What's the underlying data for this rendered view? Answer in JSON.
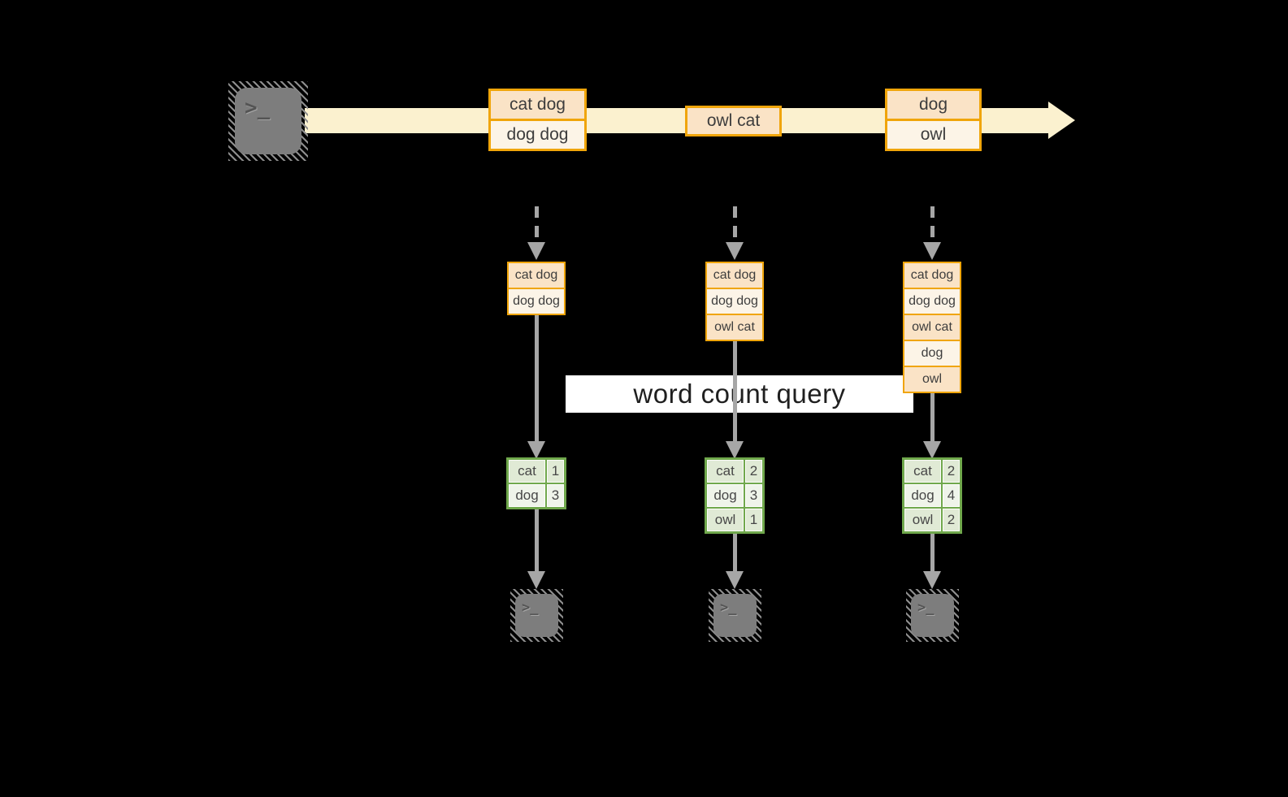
{
  "background_color": "#000000",
  "colors": {
    "stream_band": "#FBF1CF",
    "event_border": "#F0A50A",
    "event_fill_dark": "#FAE3C6",
    "event_fill_light": "#FCF4E7",
    "table_border": "#70A84C",
    "table_fill_dark": "#E0EAD5",
    "table_fill_light": "#EFF4EA",
    "arrow_gray": "#A6A6A6",
    "terminal_gray": "#7D7D7D",
    "query_box": "#FFFFFF"
  },
  "terminal": {
    "prompt": ">_"
  },
  "stream": {
    "events": [
      {
        "lines": [
          "cat dog",
          "dog dog"
        ]
      },
      {
        "lines": [
          "owl cat"
        ]
      },
      {
        "lines": [
          "dog",
          "owl"
        ]
      }
    ]
  },
  "query": {
    "label": "word count query"
  },
  "columns": [
    {
      "buffer": [
        "cat dog",
        "dog dog"
      ],
      "counts": [
        {
          "word": "cat",
          "count": "1"
        },
        {
          "word": "dog",
          "count": "3"
        }
      ]
    },
    {
      "buffer": [
        "cat dog",
        "dog dog",
        "owl cat"
      ],
      "counts": [
        {
          "word": "cat",
          "count": "2"
        },
        {
          "word": "dog",
          "count": "3"
        },
        {
          "word": "owl",
          "count": "1"
        }
      ]
    },
    {
      "buffer": [
        "cat dog",
        "dog dog",
        "owl cat",
        "dog",
        "owl"
      ],
      "counts": [
        {
          "word": "cat",
          "count": "2"
        },
        {
          "word": "dog",
          "count": "4"
        },
        {
          "word": "owl",
          "count": "2"
        }
      ]
    }
  ]
}
